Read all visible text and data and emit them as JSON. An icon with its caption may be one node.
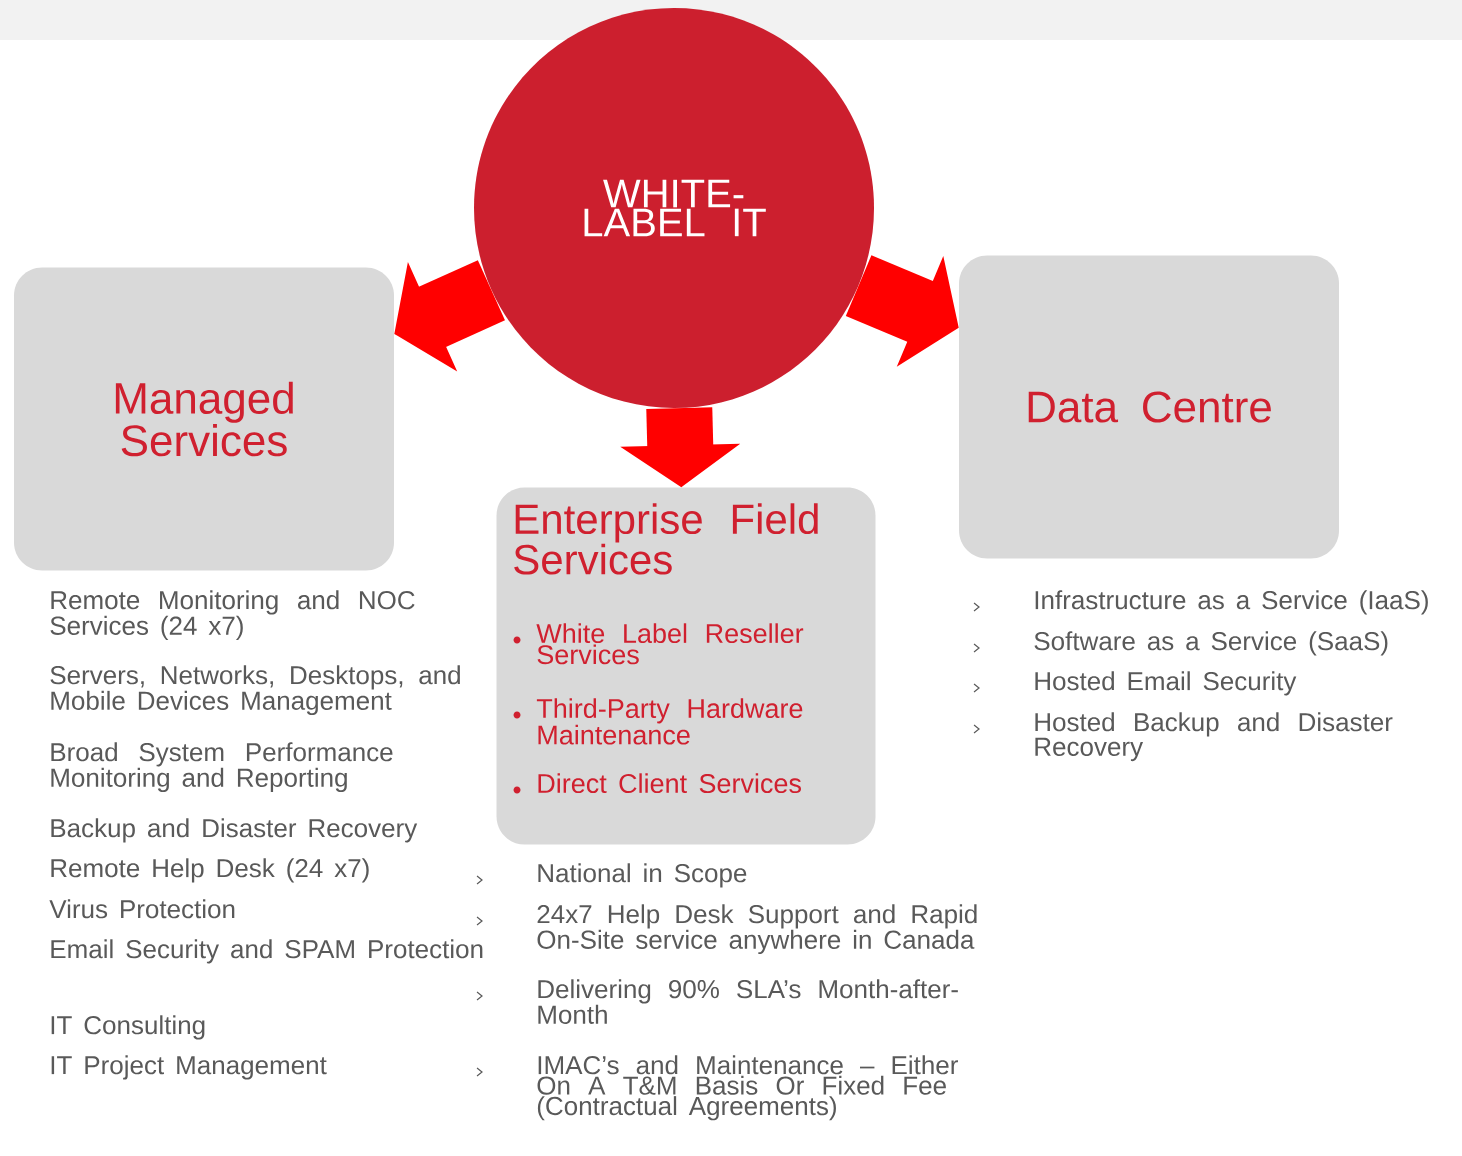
{
  "diagram": {
    "nodes": [
      {
        "text": [
          "WHITE-LABEL IT"
        ]
      },
      {
        "text": [
          "Managed Services"
        ]
      },
      {
        "text": [
          "Enterprise Field Services",
          "White Label Reseller Services",
          "Third-Party Hardware Maintenance",
          "Direct Client Services"
        ]
      },
      {
        "text": [
          "Data Centre"
        ]
      }
    ],
    "edges": [
      {
        "from": 0,
        "to": 1,
        "arrow": "to"
      },
      {
        "from": 0,
        "to": 2,
        "arrow": "to"
      },
      {
        "from": 0,
        "to": 3,
        "arrow": "to"
      }
    ],
    "labels": [
      "Remote Monitoring and NOC Services (24 x7)",
      "Servers, Networks, Desktops, and Mobile Devices Management",
      "Broad System Performance Monitoring and Reporting",
      "Backup and Disaster Recovery",
      "Remote Help Desk (24 x7)",
      "Virus Protection",
      "Email Security and SPAM Protection",
      "IT Consulting",
      "IT Project Management",
      "National in Scope",
      "24x7 Help Desk Support and Rapid On-Site service anywhere in Canada",
      "Delivering 90% SLA’s Month-after-Month",
      "IMAC’s and Maintenance – Either On A T&M Basis Or Fixed Fee (Contractual Agreements)",
      "Infrastructure as a Service (IaaS)",
      "Software as a Service (SaaS)",
      "Hosted Email Security",
      "Hosted Backup and Disaster Recovery"
    ]
  }
}
